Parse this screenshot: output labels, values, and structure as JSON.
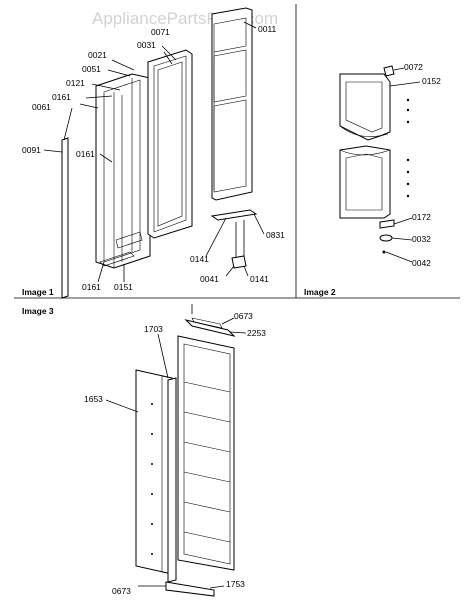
{
  "watermark": "AppliancePartsPros.com",
  "panels": {
    "image1": {
      "title": "Image 1"
    },
    "image2": {
      "title": "Image 2"
    },
    "image3": {
      "title": "Image 3"
    }
  },
  "labels": {
    "p0011": "0011",
    "p0071": "0071",
    "p0031": "0031",
    "p0021": "0021",
    "p0051": "0051",
    "p0121": "0121",
    "p0161a": "0161",
    "p0061": "0061",
    "p0091": "0091",
    "p0161b": "0161",
    "p0161c": "0161",
    "p0151": "0151",
    "p0141a": "0141",
    "p0041": "0041",
    "p0141b": "0141",
    "p0831": "0831",
    "p0072": "0072",
    "p0152": "0152",
    "p0172": "0172",
    "p0032": "0032",
    "p0042": "0042",
    "p0673a": "0673",
    "p2253": "2253",
    "p1703": "1703",
    "p1653": "1653",
    "p0673b": "0673",
    "p1753": "1753"
  }
}
